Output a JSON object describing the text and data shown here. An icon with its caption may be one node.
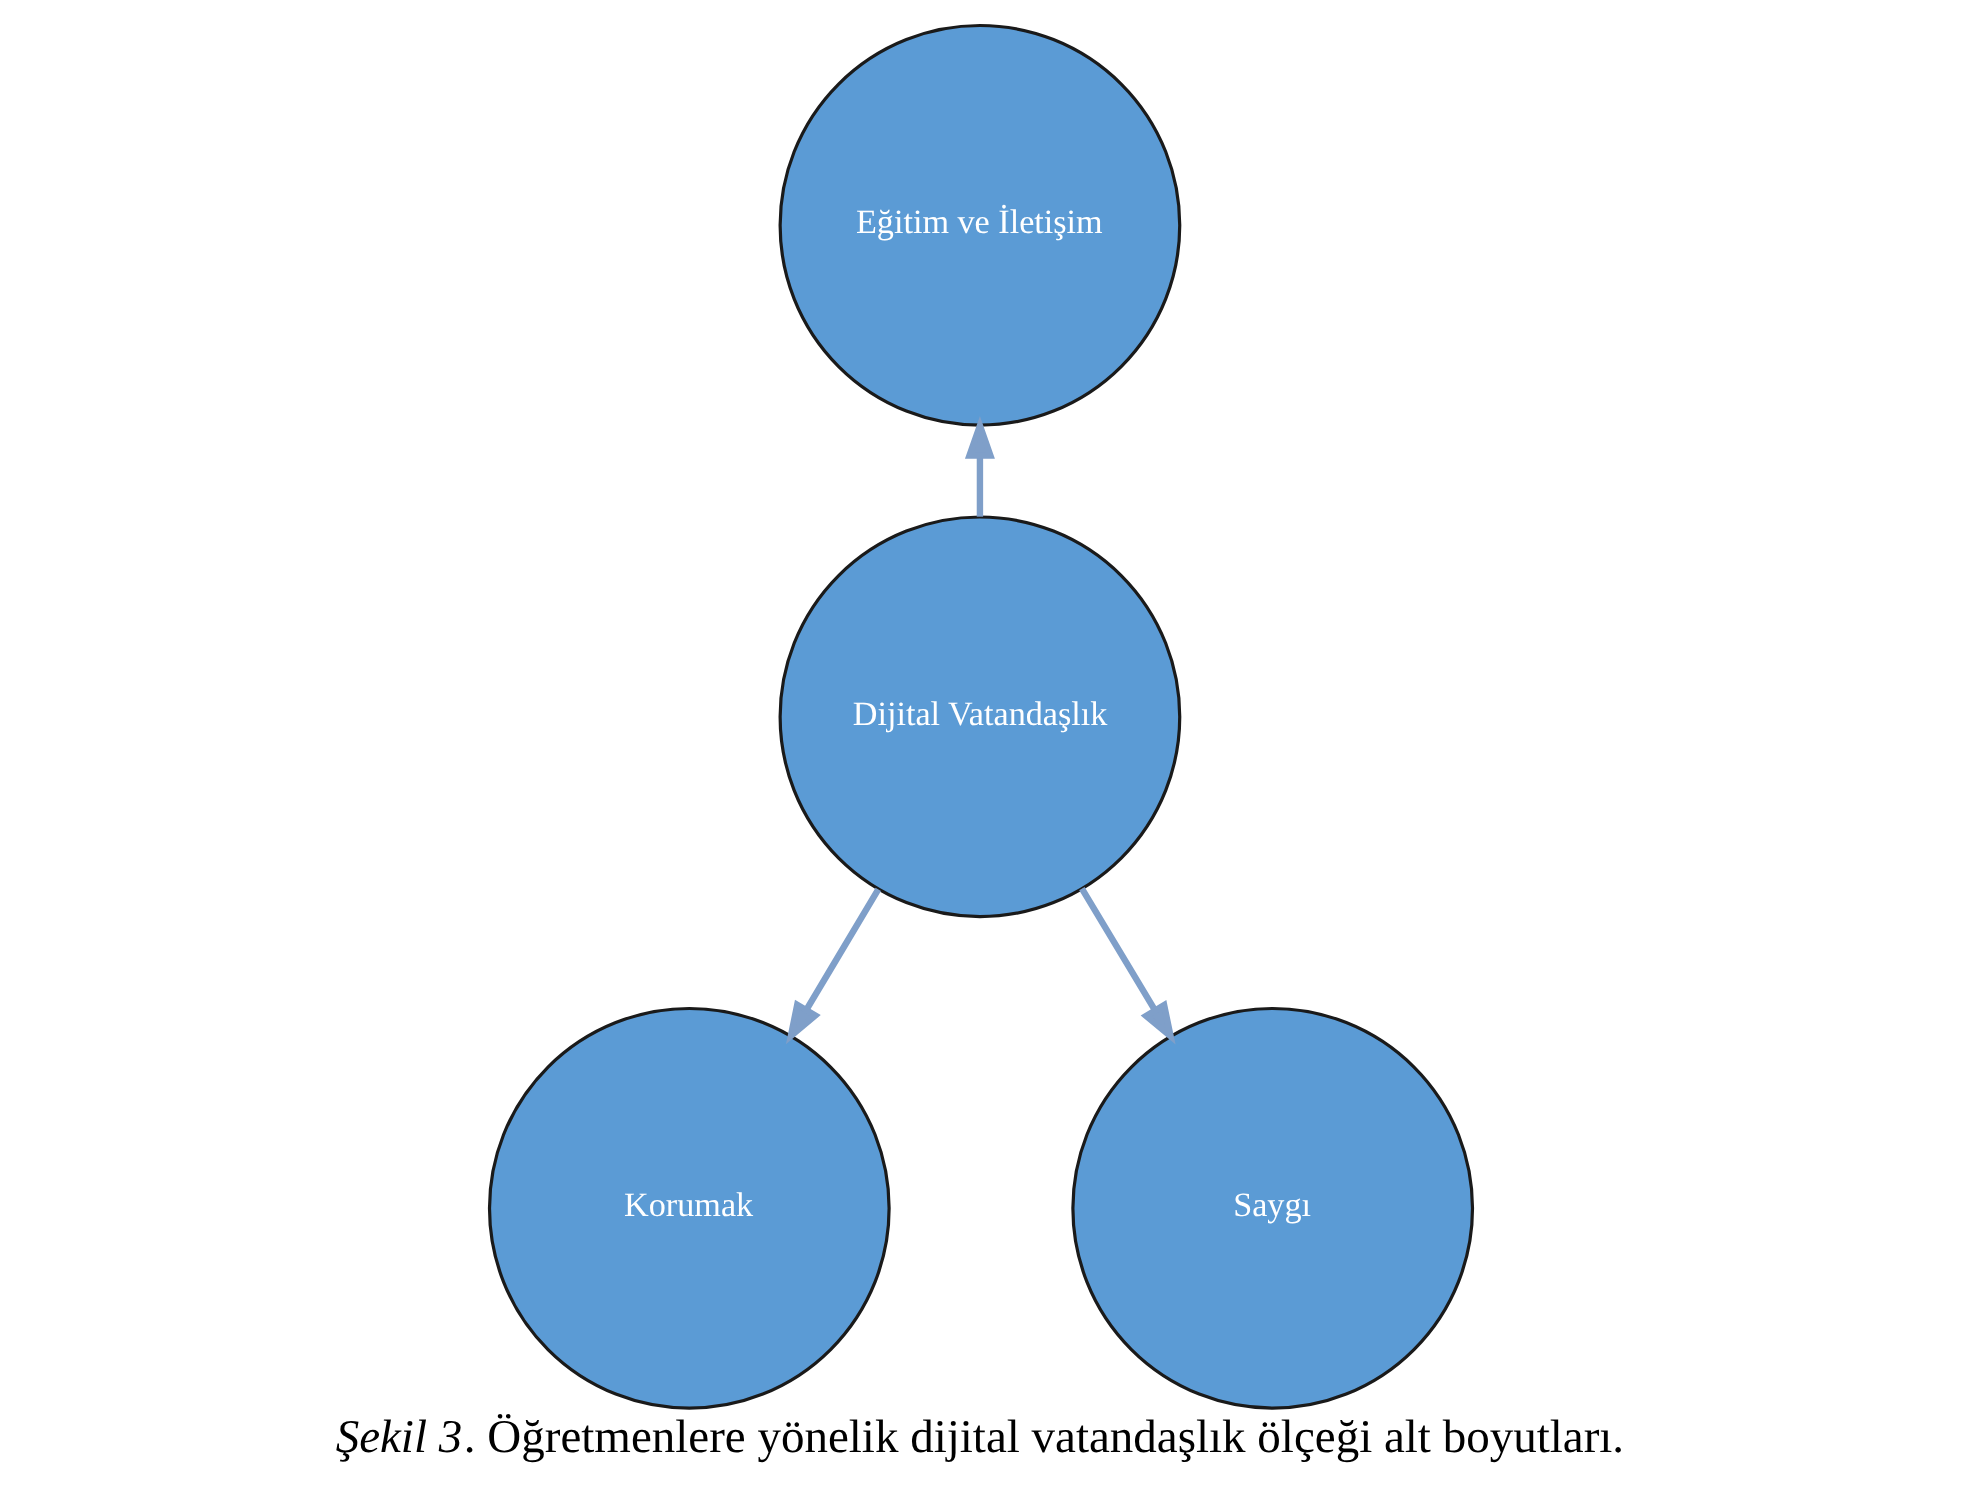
{
  "diagram": {
    "caption": "*Şekil 3*. Öğretmenlere yönelik dijital vatandaşlık ölçeği alt boyutları.",
    "nodes": [
      {
        "text": [
          "Dijital Vatandaşlık"
        ]
      },
      {
        "text": [
          "Eğitim ve İletişim"
        ]
      },
      {
        "text": [
          "Korumak"
        ]
      },
      {
        "text": [
          "Saygı"
        ]
      }
    ],
    "edges": [
      {
        "from": 0,
        "to": 1,
        "arrow": "to"
      },
      {
        "from": 0,
        "to": 2,
        "arrow": "to"
      },
      {
        "from": 0,
        "to": 3,
        "arrow": "to"
      }
    ]
  }
}
